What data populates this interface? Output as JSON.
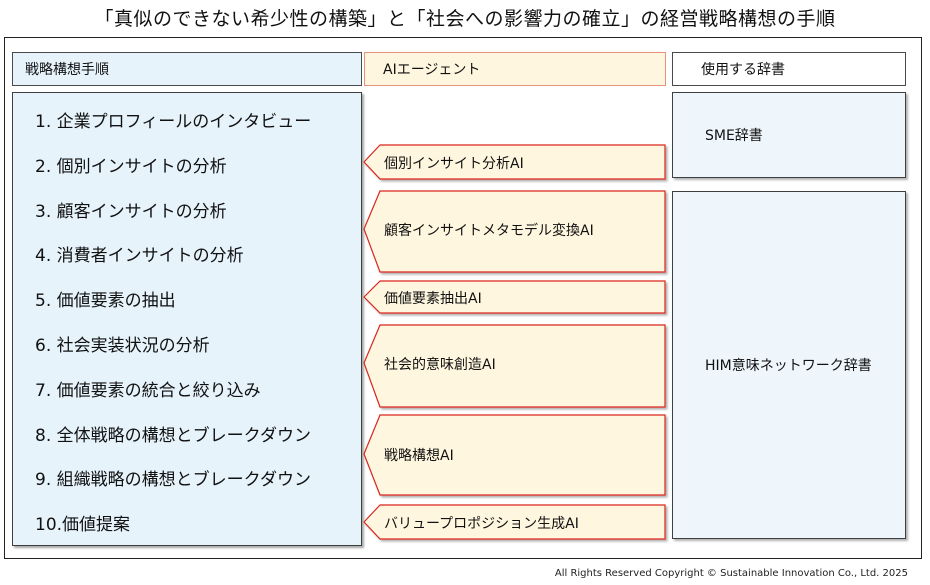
{
  "title": "「真似のできない希少性の構築」と「社会への影響力の確立」の経営戦略構想の手順",
  "headers": {
    "steps": "戦略構想手順",
    "agents": "AIエージェント",
    "dictionaries": "使用する辞書"
  },
  "steps": [
    "1. 企業プロフィールのインタビュー",
    "2. 個別インサイトの分析",
    "3. 顧客インサイトの分析",
    "4. 消費者インサイトの分析",
    "5. 価値要素の抽出",
    "6. 社会実装状況の分析",
    "7. 価値要素の統合と絞り込み",
    "8. 全体戦略の構想とブレークダウン",
    "9. 組織戦略の構想とブレークダウン",
    "10.価値提案"
  ],
  "agents": [
    "個別インサイト分析AI",
    "顧客インサイトメタモデル変換AI",
    "価値要素抽出AI",
    "社会的意味創造AI",
    "戦略構想AI",
    "バリュープロポジション生成AI"
  ],
  "dictionaries": [
    "SME辞書",
    "HIM意味ネットワーク辞書"
  ],
  "copyright": "All Rights Reserved Copyright © Sustainable Innovation Co., Ltd. 2025",
  "colors": {
    "steps_fill": "#e6f3fb",
    "agent_fill": "#fff6df",
    "agent_border": "#d9261c",
    "dict_fill": "#eef6fc"
  }
}
